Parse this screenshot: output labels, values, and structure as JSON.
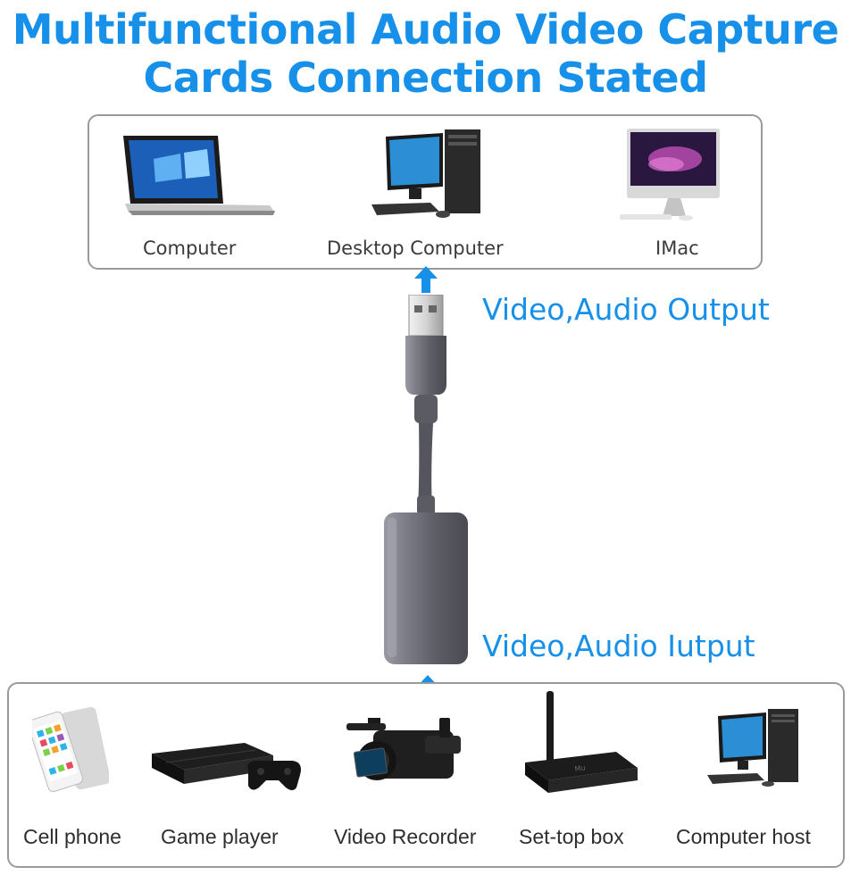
{
  "title": {
    "line1": "Multifunctional Audio Video Capture",
    "line2": "Cards Connection Stated"
  },
  "outputs": [
    {
      "label": "Computer",
      "icon": "laptop-icon"
    },
    {
      "label": "Desktop Computer",
      "icon": "desktop-computer-icon"
    },
    {
      "label": "IMac",
      "icon": "imac-icon"
    }
  ],
  "output_caption": "Video,Audio Output",
  "input_caption": "Video,Audio Iutput",
  "inputs": [
    {
      "label": "Cell phone",
      "icon": "cell-phone-icon"
    },
    {
      "label": "Game player",
      "icon": "game-console-icon"
    },
    {
      "label": "Video Recorder",
      "icon": "video-camera-icon"
    },
    {
      "label": "Set-top box",
      "icon": "set-top-box-icon"
    },
    {
      "label": "Computer host",
      "icon": "computer-host-icon"
    }
  ],
  "colors": {
    "accent": "#1690e8",
    "device_gray": "#6f6f78",
    "border": "#9a9a9a"
  }
}
